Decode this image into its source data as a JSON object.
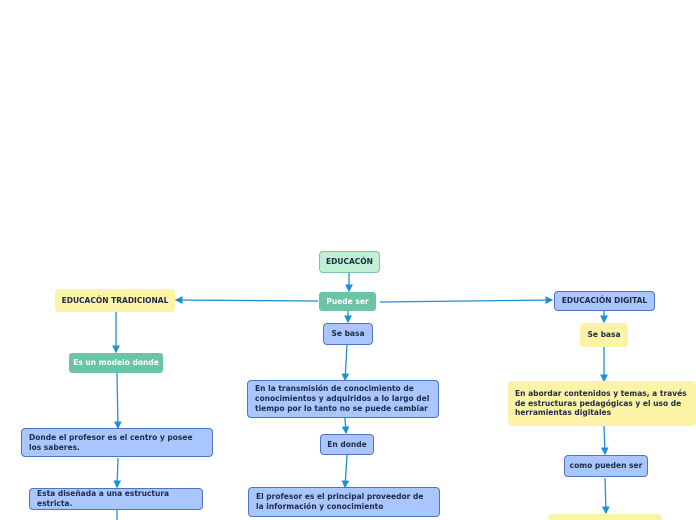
{
  "center": {
    "title": "EDUCACÓN",
    "link": "Puede ser"
  },
  "left": {
    "title": "EDUCACÓN TRADICIONAL",
    "items": [
      "Es un modelo donde",
      "Donde el profesor es el centro y posee los saberes.",
      "Esta diseñada a una estructura estricta."
    ]
  },
  "middle": {
    "items": [
      "Se basa",
      "En la transmisión de conocimiento de conocimientos y adquiridos a lo largo del tiempo por lo tanto no se puede cambiar",
      "En donde",
      "El profesor es el principal proveedor de la información y conocimiento"
    ]
  },
  "right": {
    "title": "EDUCACIÓN DIGITAL",
    "items": [
      "Se basa",
      "En abordar contenidos y temas, a través de estructuras pedagógicas y el uso de herramientas digitales",
      "como pueden ser"
    ]
  },
  "colors": {
    "edge": "#1e90d6",
    "mint": "#bff0d6",
    "teal": "#6cc4a6",
    "yellow": "#fbf3a5",
    "blue": "#a9c6ff"
  }
}
